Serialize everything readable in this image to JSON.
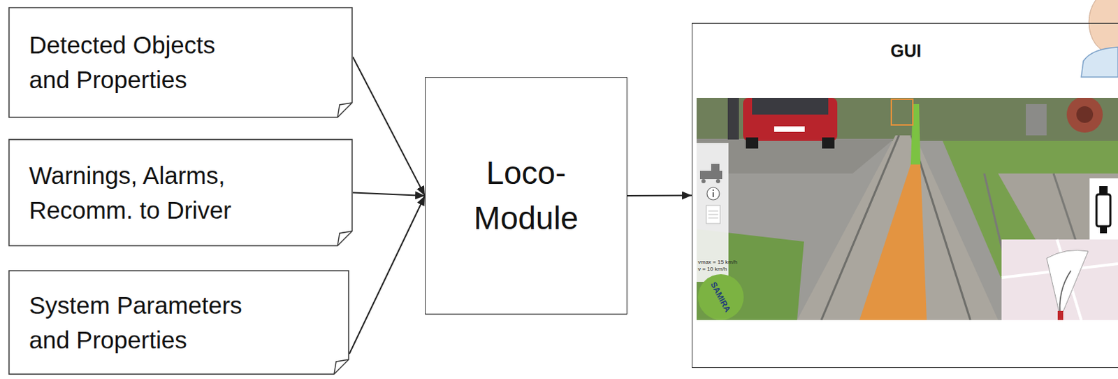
{
  "diagram": {
    "nodes": [
      {
        "text": [
          "Detected Objects and Properties"
        ]
      },
      {
        "text": [
          "Warnings, Alarms, Recomm. to Driver"
        ]
      },
      {
        "text": [
          "System Parameters and Properties"
        ]
      },
      {
        "text": [
          "Loco-Module"
        ]
      },
      {
        "text": [
          "GUI"
        ]
      }
    ],
    "edges": [
      {
        "from": 0,
        "to": 3,
        "arrow": "to"
      },
      {
        "from": 1,
        "to": 3,
        "arrow": "to"
      },
      {
        "from": 2,
        "to": 3,
        "arrow": "to"
      },
      {
        "from": 3,
        "to": 4,
        "arrow": "to"
      }
    ],
    "labels": [
      "vmax = 15 km/h",
      "v = 10 km/h",
      "SAMIRA"
    ]
  }
}
